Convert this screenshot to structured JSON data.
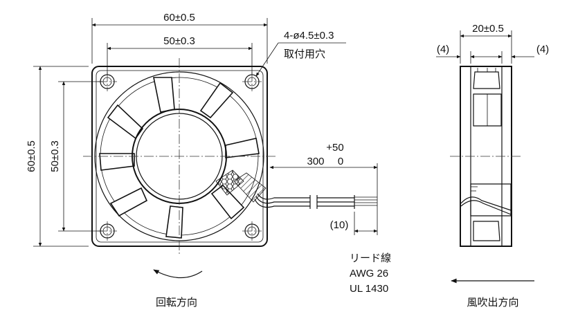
{
  "front_view": {
    "width_outer": "60±0.5",
    "width_pitch": "50±0.3",
    "height_outer": "60±0.5",
    "height_pitch": "50±0.3",
    "hole_spec": "4-ø4.5±0.3",
    "hole_note": "取付用穴",
    "rotation_label": "回転方向"
  },
  "lead": {
    "tolerance": "+50",
    "length": "300",
    "tolerance_lower": "0",
    "strip": "(10)",
    "name": "リード線",
    "gauge": "AWG 26",
    "standard": "UL 1430"
  },
  "side_view": {
    "depth": "20±0.5",
    "flange_left": "(4)",
    "flange_right": "(4)",
    "airflow_label": "風吹出方向"
  }
}
